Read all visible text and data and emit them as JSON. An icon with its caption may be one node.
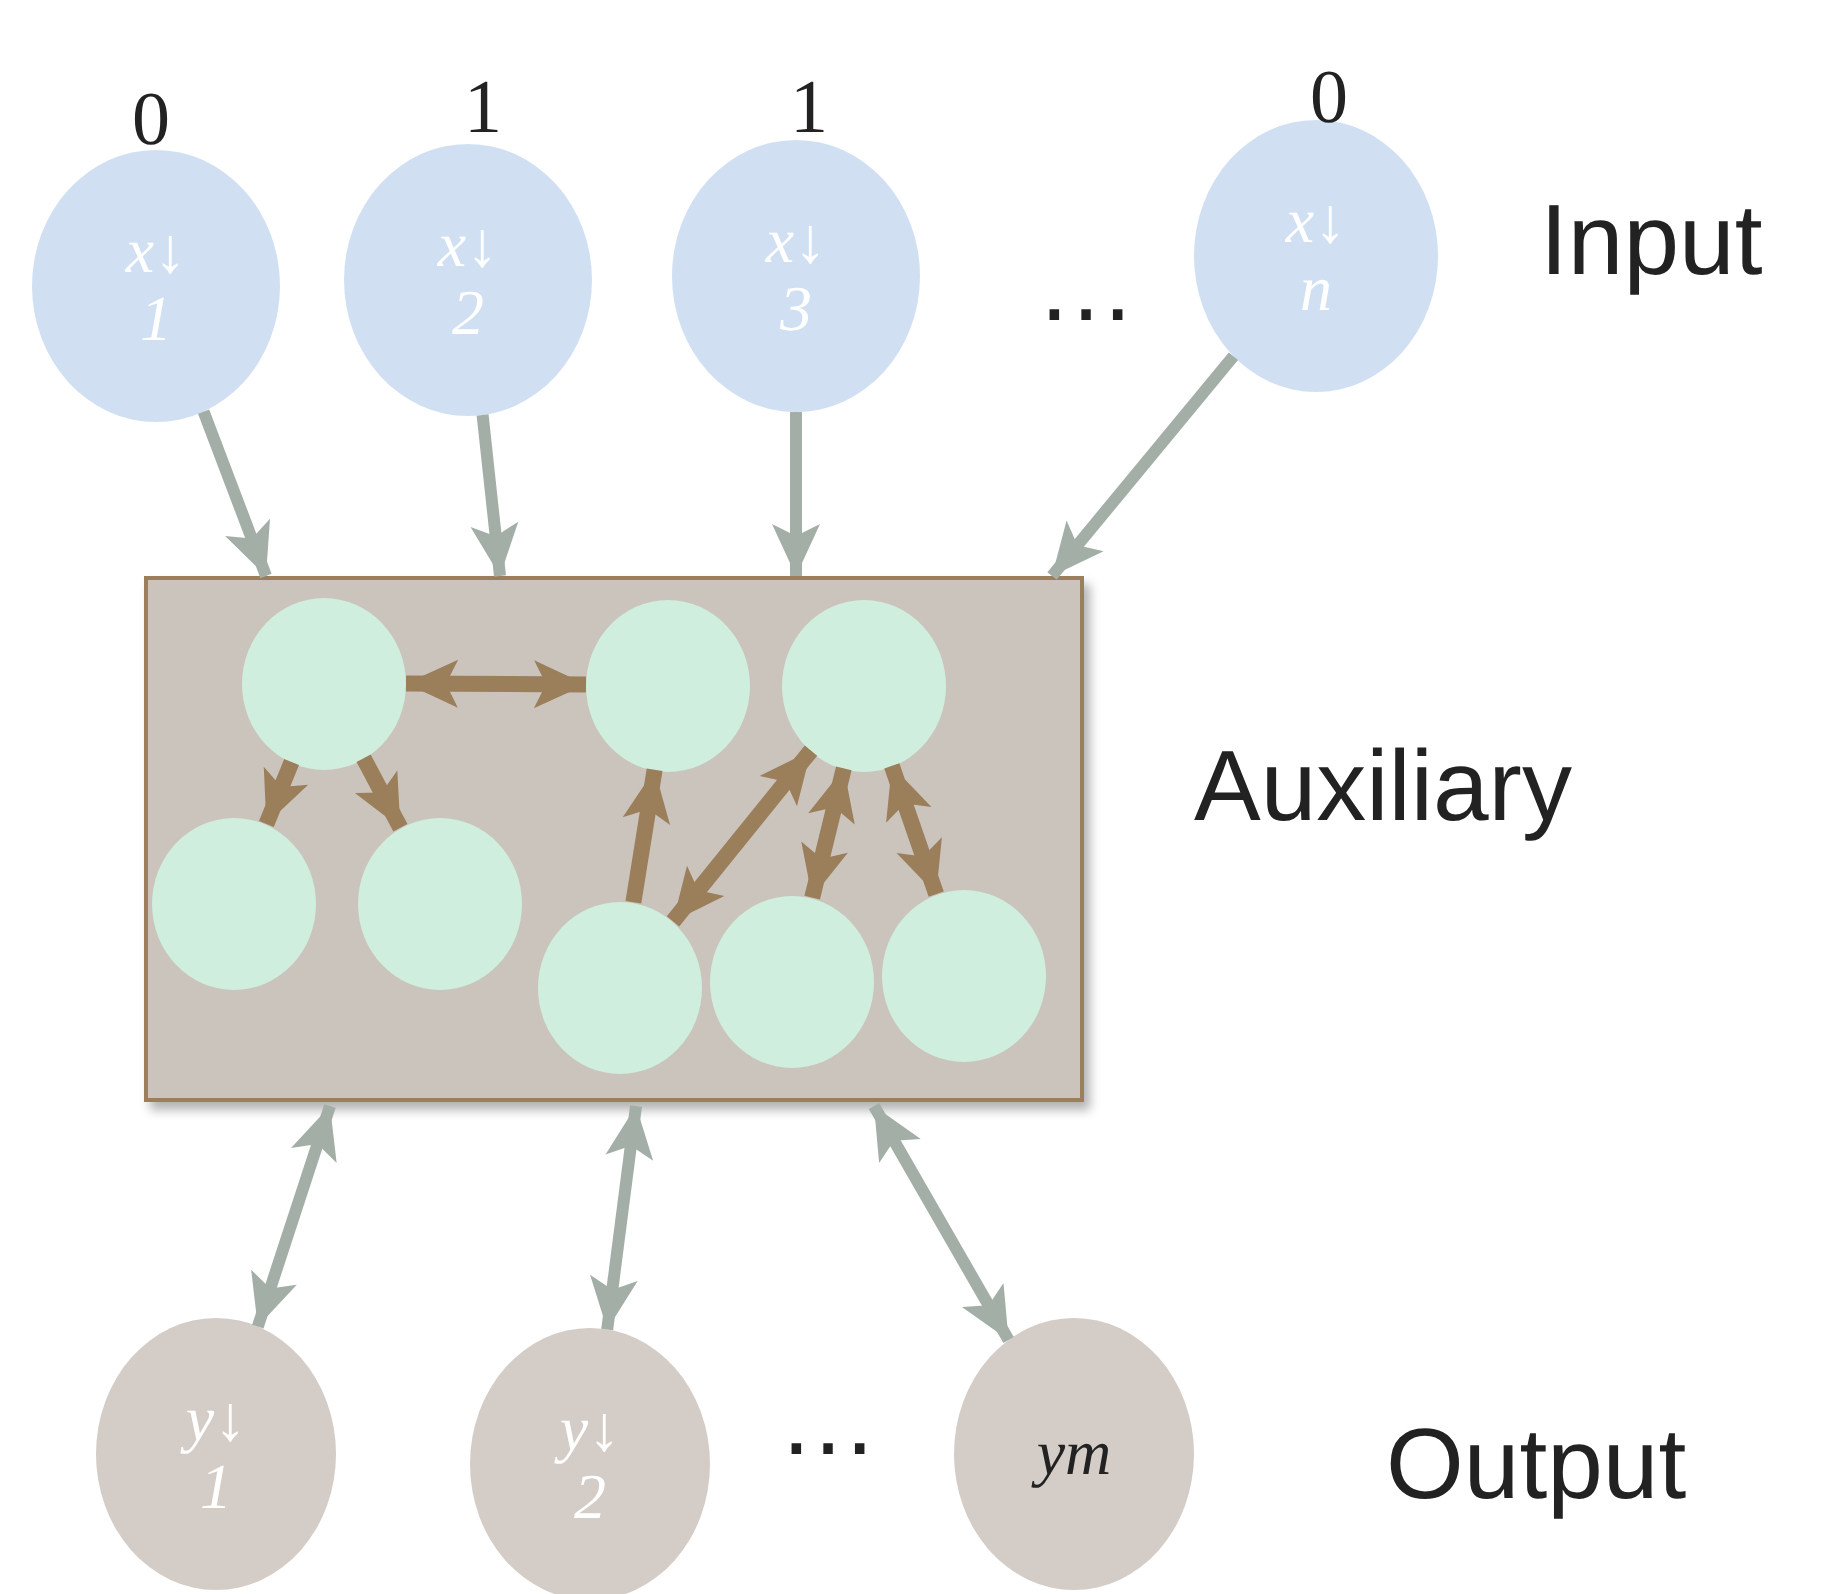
{
  "diagram": {
    "nodes": [
      {
        "text": [
          "x↓ 1"
        ],
        "beside": [
          "0"
        ]
      },
      {
        "text": [
          "x↓ 2"
        ],
        "beside": [
          "1"
        ]
      },
      {
        "text": [
          "x↓ 3"
        ],
        "beside": [
          "1"
        ]
      },
      {
        "text": [
          "x↓ n"
        ],
        "beside": [
          "0"
        ]
      },
      {
        "text": [],
        "shape": "box"
      },
      {
        "text": [],
        "shape": "circle",
        "in": 4
      },
      {
        "text": [],
        "shape": "circle",
        "in": 4
      },
      {
        "text": [],
        "shape": "circle",
        "in": 4
      },
      {
        "text": [],
        "shape": "circle",
        "in": 4
      },
      {
        "text": [],
        "shape": "circle",
        "in": 4
      },
      {
        "text": [],
        "shape": "circle",
        "in": 4
      },
      {
        "text": [],
        "shape": "circle",
        "in": 4
      },
      {
        "text": [],
        "shape": "circle",
        "in": 4
      },
      {
        "text": [
          "y↓ 1"
        ]
      },
      {
        "text": [
          "y↓ 2"
        ]
      },
      {
        "text": [
          "ym"
        ]
      }
    ],
    "edges": [
      {
        "from": 0,
        "to": 4,
        "arrow": "to"
      },
      {
        "from": 1,
        "to": 4,
        "arrow": "to"
      },
      {
        "from": 2,
        "to": 4,
        "arrow": "to"
      },
      {
        "from": 3,
        "to": 4,
        "arrow": "to"
      },
      {
        "from": 5,
        "to": 6,
        "arrow": "both",
        "color": "#9b7e5a"
      },
      {
        "from": 5,
        "to": 8,
        "arrow": "to",
        "color": "#9b7e5a"
      },
      {
        "from": 5,
        "to": 9,
        "arrow": "to",
        "color": "#9b7e5a"
      },
      {
        "from": 10,
        "to": 6,
        "arrow": "to",
        "color": "#9b7e5a"
      },
      {
        "from": 10,
        "to": 7,
        "arrow": "both",
        "color": "#9b7e5a"
      },
      {
        "from": 7,
        "to": 11,
        "arrow": "both",
        "color": "#9b7e5a"
      },
      {
        "from": 7,
        "to": 12,
        "arrow": "both",
        "color": "#9b7e5a"
      },
      {
        "from": 4,
        "to": 13,
        "arrow": "both"
      },
      {
        "from": 4,
        "to": 14,
        "arrow": "both"
      },
      {
        "from": 4,
        "to": 15,
        "arrow": "both"
      }
    ],
    "labels": [
      "…",
      "Input",
      "Auxiliary",
      "…",
      "Output"
    ]
  }
}
